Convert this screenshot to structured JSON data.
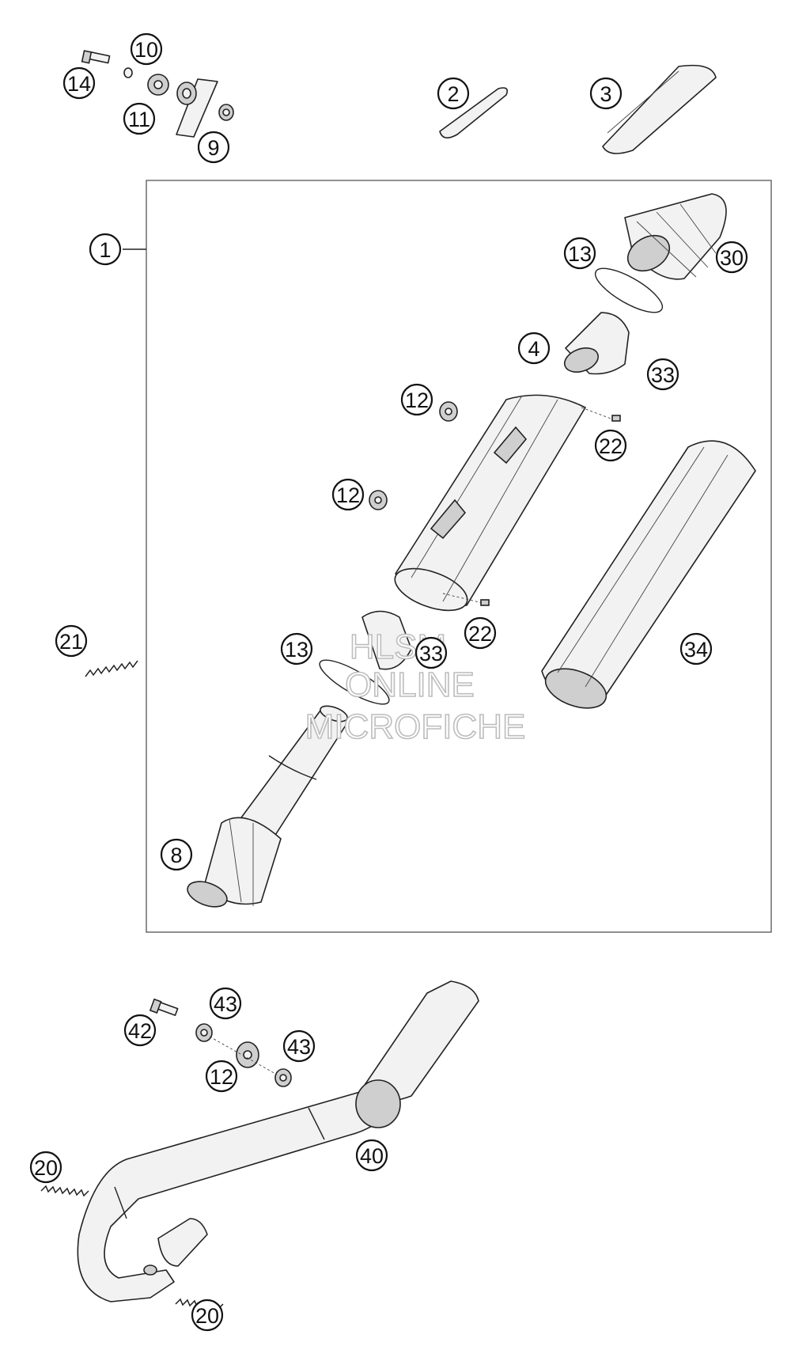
{
  "callouts": [
    {
      "id": "c14",
      "label": "14"
    },
    {
      "id": "c10",
      "label": "10"
    },
    {
      "id": "c11",
      "label": "11"
    },
    {
      "id": "c9",
      "label": "9"
    },
    {
      "id": "c2",
      "label": "2"
    },
    {
      "id": "c3",
      "label": "3"
    },
    {
      "id": "c1",
      "label": "1"
    },
    {
      "id": "c13a",
      "label": "13"
    },
    {
      "id": "c30",
      "label": "30"
    },
    {
      "id": "c4",
      "label": "4"
    },
    {
      "id": "c33a",
      "label": "33"
    },
    {
      "id": "c12a",
      "label": "12"
    },
    {
      "id": "c22a",
      "label": "22"
    },
    {
      "id": "c12b",
      "label": "12"
    },
    {
      "id": "c21",
      "label": "21"
    },
    {
      "id": "c22b",
      "label": "22"
    },
    {
      "id": "c13b",
      "label": "13"
    },
    {
      "id": "c33b",
      "label": "33"
    },
    {
      "id": "c34",
      "label": "34"
    },
    {
      "id": "c8",
      "label": "8"
    },
    {
      "id": "c43a",
      "label": "43"
    },
    {
      "id": "c42",
      "label": "42"
    },
    {
      "id": "c43b",
      "label": "43"
    },
    {
      "id": "c12c",
      "label": "12"
    },
    {
      "id": "c40",
      "label": "40"
    },
    {
      "id": "c20a",
      "label": "20"
    },
    {
      "id": "c20b",
      "label": "20"
    }
  ],
  "watermark": {
    "line1": "HLSM",
    "line2": "ONLINE",
    "line3": "MICROFICHE"
  }
}
